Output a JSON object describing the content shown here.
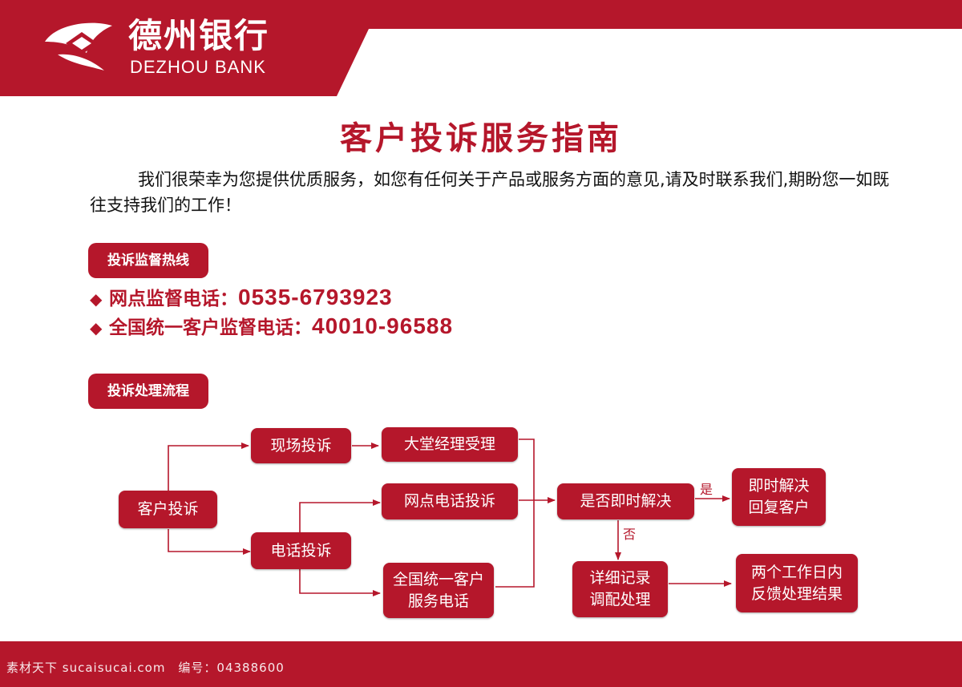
{
  "brand": {
    "name_cn": "德州银行",
    "name_en": "DEZHOU BANK",
    "color": "#b5172b"
  },
  "title": "客户投诉服务指南",
  "intro": "我们很荣幸为您提供优质服务，如您有任何关于产品或服务方面的意见,请及时联系我们,期盼您一如既往支持我们的工作！",
  "hotline_section": {
    "heading": "投诉监督热线",
    "items": [
      {
        "bullet": "◆",
        "label": "网点监督电话：",
        "number": "0535-6793923"
      },
      {
        "bullet": "◆",
        "label": "全国统一客户监督电话：",
        "number": "40010-96588"
      }
    ]
  },
  "process_section": {
    "heading": "投诉处理流程",
    "nodes": {
      "customer_complaint": "客户投诉",
      "onsite_complaint": "现场投诉",
      "phone_complaint": "电话投诉",
      "lobby_manager": "大堂经理受理",
      "branch_phone": "网点电话投诉",
      "national_line": "全国统一客户服务电话",
      "resolve_decision": "是否即时解决",
      "immediate_reply": "即时解决回复客户",
      "detailed_record": "详细记录调配处理",
      "feedback": "两个工作日内反馈处理结果"
    },
    "labels": {
      "yes": "是",
      "no": "否"
    }
  },
  "watermark": "素材天下 sucaisucai.com　编号：04388600"
}
